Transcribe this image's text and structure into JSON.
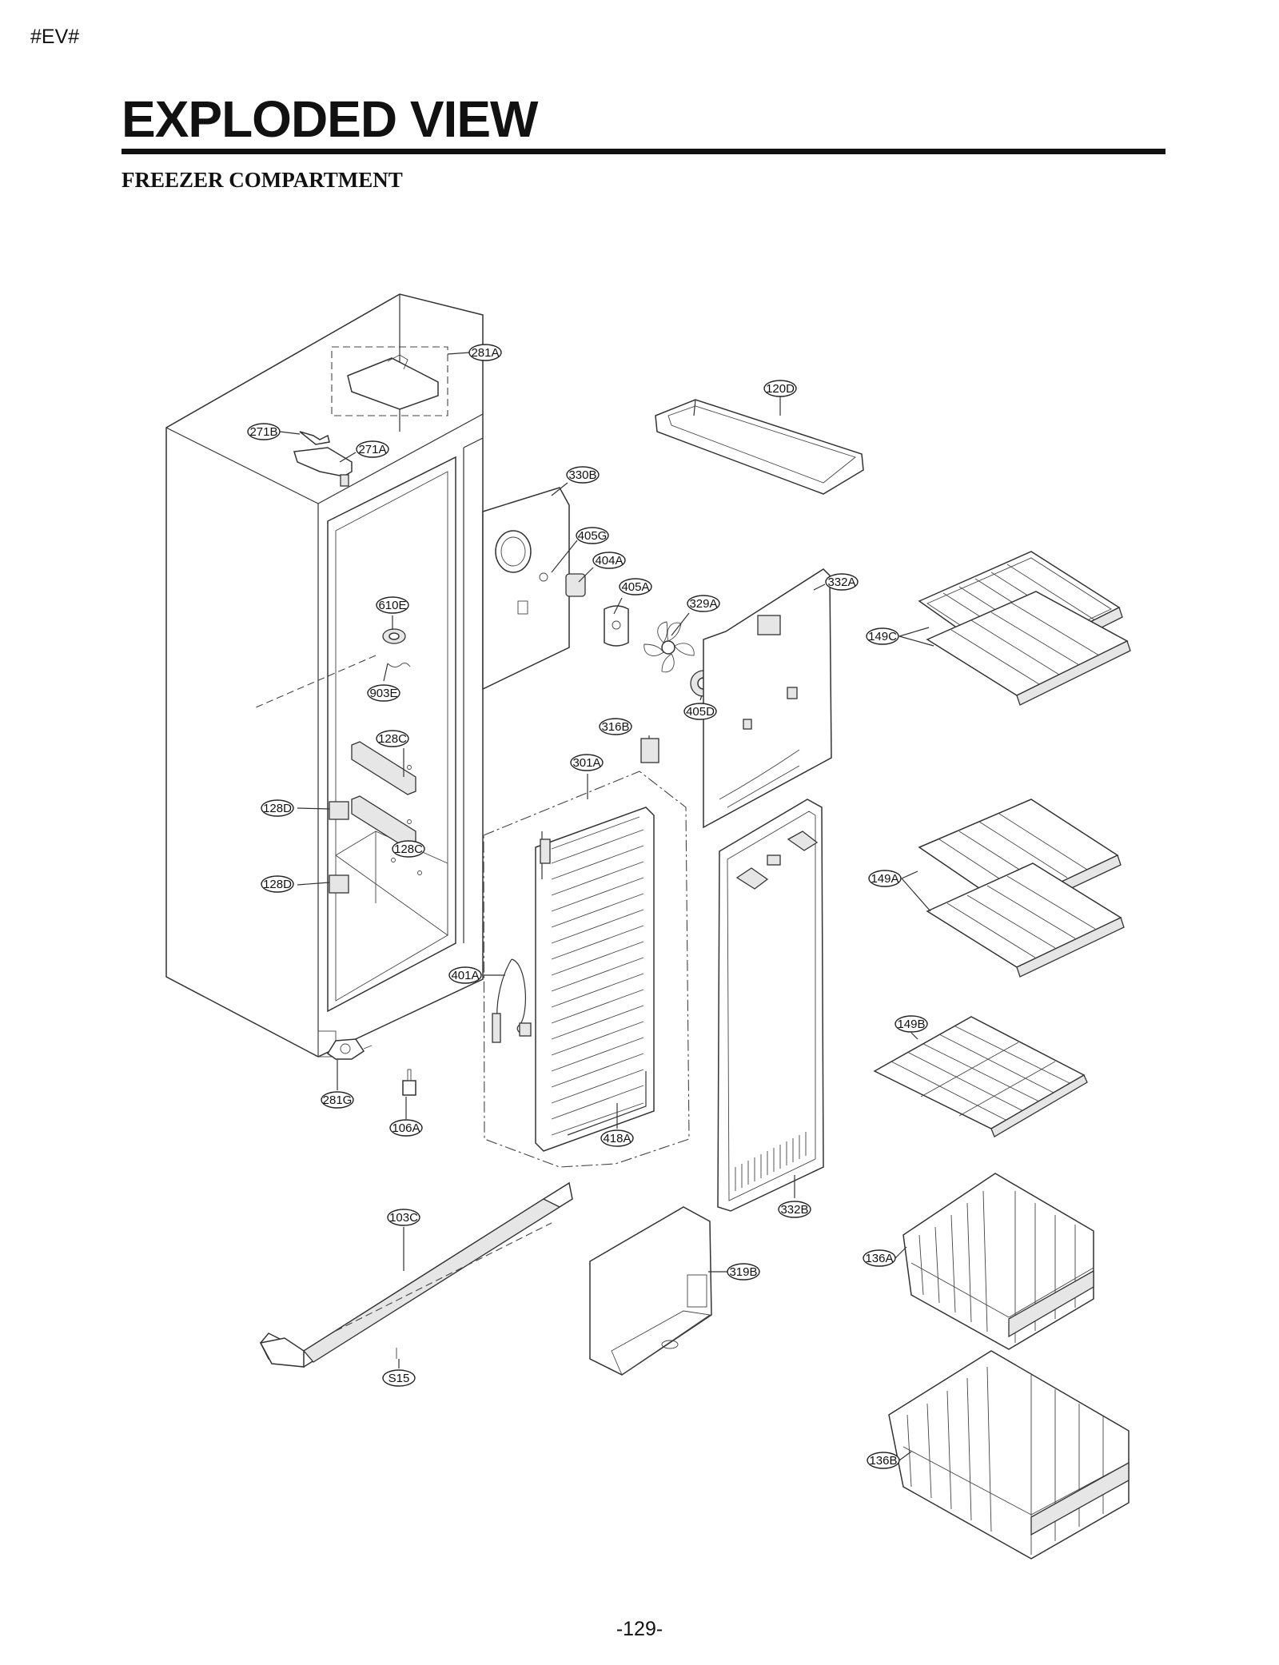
{
  "header": {
    "code": "#EV#",
    "title": "EXPLODED VIEW",
    "subtitle": "FREEZER COMPARTMENT"
  },
  "footer": {
    "page_number": "-129-"
  },
  "callouts": [
    {
      "id": "281A"
    },
    {
      "id": "120D"
    },
    {
      "id": "271B"
    },
    {
      "id": "271A"
    },
    {
      "id": "330B"
    },
    {
      "id": "405G"
    },
    {
      "id": "404A"
    },
    {
      "id": "405A"
    },
    {
      "id": "329A"
    },
    {
      "id": "332A"
    },
    {
      "id": "149C"
    },
    {
      "id": "610E"
    },
    {
      "id": "903E"
    },
    {
      "id": "405D"
    },
    {
      "id": "316B"
    },
    {
      "id": "128C"
    },
    {
      "id": "301A"
    },
    {
      "id": "128D"
    },
    {
      "id": "128C"
    },
    {
      "id": "128D"
    },
    {
      "id": "149A"
    },
    {
      "id": "401A"
    },
    {
      "id": "149B"
    },
    {
      "id": "281G"
    },
    {
      "id": "106A"
    },
    {
      "id": "418A"
    },
    {
      "id": "332B"
    },
    {
      "id": "103C"
    },
    {
      "id": "319B"
    },
    {
      "id": "136A"
    },
    {
      "id": "S15"
    },
    {
      "id": "136B"
    }
  ]
}
